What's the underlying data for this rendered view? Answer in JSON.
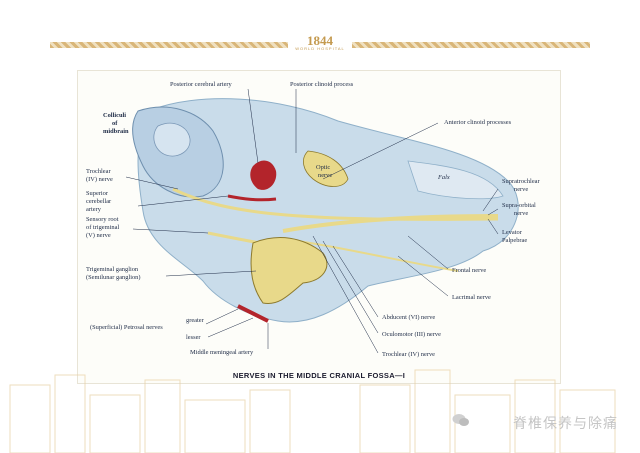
{
  "brand": {
    "year": "1844",
    "subtitle": "WORLD HOSPITAL"
  },
  "figure": {
    "caption": "NERVES IN THE MIDDLE CRANIAL FOSSA—I",
    "labels": {
      "posterior_cerebral_artery": "Posterior cerebral artery",
      "posterior_clinoid_process": "Posterior clinoid process",
      "colliculi_1": "Colliculi",
      "colliculi_2": "of",
      "colliculi_3": "midbrain",
      "anterior_clinoid_processes": "Anterior clinoid processes",
      "trochlear_left_1": "Trochlear",
      "trochlear_left_2": "(IV) nerve",
      "superior_cerebellar_1": "Superior",
      "superior_cerebellar_2": "cerebellar",
      "superior_cerebellar_3": "artery",
      "sensory_root_1": "Sensory root",
      "sensory_root_2": "of trigeminal",
      "sensory_root_3": "(V) nerve",
      "trigeminal_ganglion_1": "Trigeminal ganglion",
      "trigeminal_ganglion_2": "(Semilunar ganglion)",
      "petrosal_nerves": "(Superficial) Petrosal nerves",
      "greater": "greater",
      "lesser": "lesser",
      "middle_meningeal": "Middle meningeal artery",
      "supratrochlear_1": "Supratrochlear",
      "supratrochlear_2": "nerve",
      "supraorbital_1": "Supra-orbital",
      "supraorbital_2": "nerve",
      "levator_1": "Levator",
      "levator_2": "Palpebrae",
      "frontal_nerve": "Frontal nerve",
      "lacrimal_nerve": "Lacrimal nerve",
      "abducent": "Abducent (VI) nerve",
      "oculomotor": "Oculomotor (III) nerve",
      "trochlear_right": "Trochlear (IV) nerve",
      "optic_1": "Optic",
      "optic_2": "nerve",
      "falx": "Falx"
    }
  },
  "watermark": {
    "text": "脊椎保养与除痛"
  },
  "colors": {
    "gold": "#c49a4f",
    "nerve": "#e8d98a",
    "artery": "#b3242b",
    "dura": "#c9dcea"
  }
}
